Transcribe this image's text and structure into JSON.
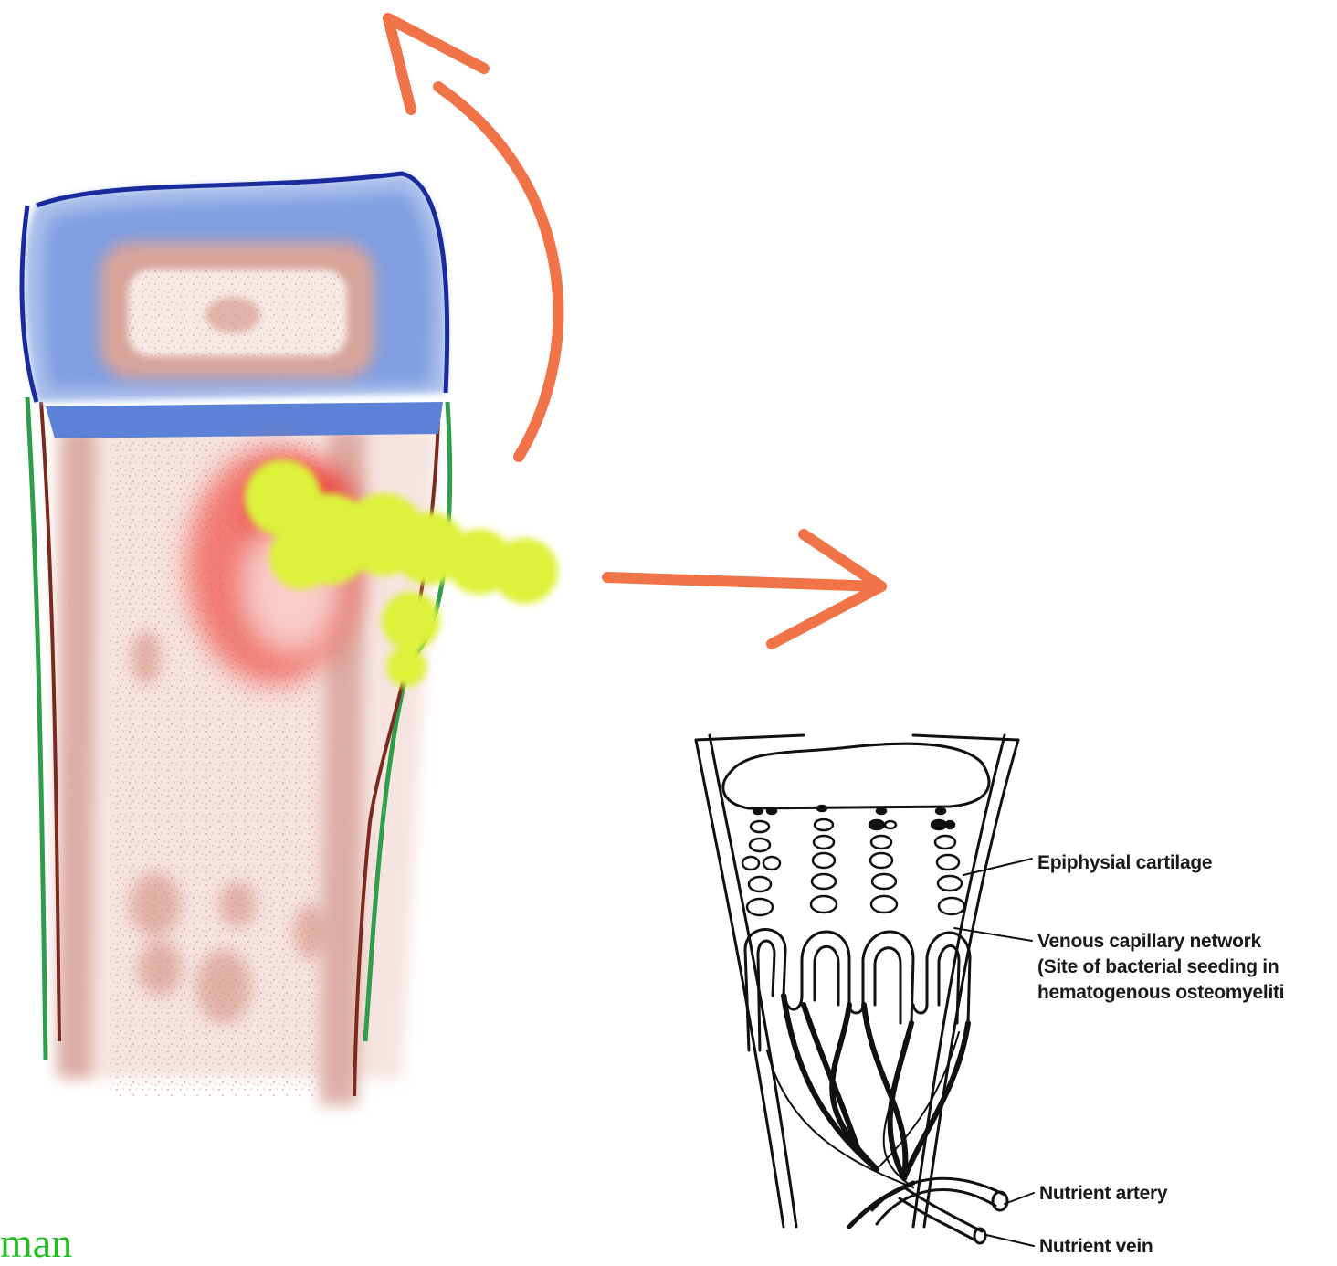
{
  "diagram": {
    "labels": {
      "epiphysial_cartilage": "Epiphysial cartilage",
      "venous_line1": "Venous capillary network",
      "venous_line2": "(Site of bacterial seeding in",
      "venous_line3": "hematogenous osteomyeliti",
      "nutrient_artery": "Nutrient artery",
      "nutrient_vein": "Nutrient vein"
    },
    "watermark_text": "man"
  },
  "colors": {
    "cartilage_blue": "#5b82d6",
    "cartilage_outline": "#1a2b9e",
    "bone_pink": "#d8a49a",
    "abscess_red": "#ee5a50",
    "pus_yellow": "#ddf23a",
    "arrow_orange": "#f07448",
    "periosteum_green": "#2e9e4a",
    "cortex_brown": "#7a2a1e",
    "watermark_green": "#22bb22"
  }
}
